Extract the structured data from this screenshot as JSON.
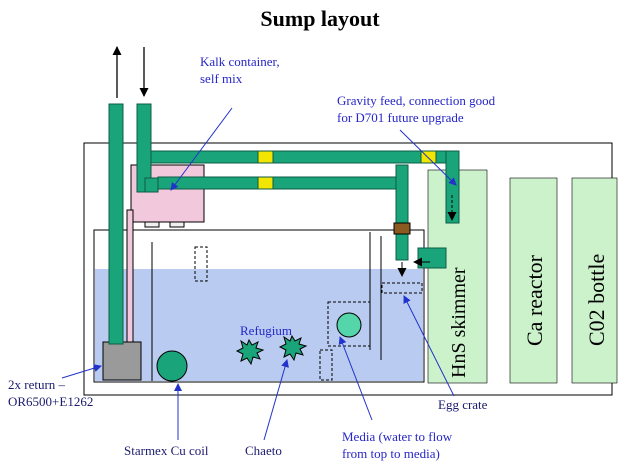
{
  "title": "Sump layout",
  "labels": {
    "kalk": [
      "Kalk container,",
      "self mix"
    ],
    "gravity": [
      "Gravity feed, connection good",
      "for D701 future upgrade"
    ],
    "refugium": "Refugium",
    "return": [
      "2x return –",
      "OR6500+E1262"
    ],
    "starmex": "Starmex Cu coil",
    "chaeto": "Chaeto",
    "media": [
      "Media (water to flow",
      "from top to media)"
    ],
    "eggcrate": "Egg crate",
    "skimmer": "HnS skimmer",
    "careactor": "Ca reactor",
    "co2": "C02 bottle"
  },
  "colors": {
    "pipe": "#1aa47a",
    "pipe_stroke": "#0c5c44",
    "water": "#b9cbf0",
    "kalk": "#f2c8dc",
    "green_box": "#ccf2cc",
    "coupler": "#f2e600",
    "valve": "#8a5a20",
    "label_blue": "#2626c9",
    "arrow": "#2233cc"
  }
}
